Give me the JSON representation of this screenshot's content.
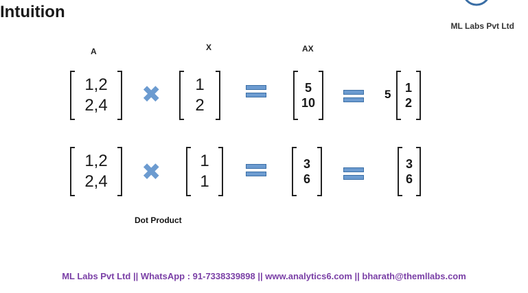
{
  "title": "Intuition",
  "logo": {
    "icon": "ml-logo-icon",
    "text": "ML Labs Pvt Ltd"
  },
  "headers": {
    "a": "A",
    "x": "X",
    "ax": "AX"
  },
  "row1": {
    "a": [
      "1,2",
      "2,4"
    ],
    "x": [
      "1",
      "2"
    ],
    "ax": [
      "5",
      "10"
    ],
    "scalar": "5",
    "result": [
      "1",
      "2"
    ]
  },
  "row2": {
    "a": [
      "1,2",
      "2,4"
    ],
    "x": [
      "1",
      "1"
    ],
    "ax": [
      "3",
      "6"
    ],
    "result": [
      "3",
      "6"
    ]
  },
  "caption": "Dot Product",
  "footer": "ML Labs Pvt Ltd || WhatsApp : 91-7338339898 || www.analytics6.com || bharath@themllabs.com",
  "colors": {
    "accent": "#6c9bd0",
    "footer": "#7a3fa6"
  }
}
